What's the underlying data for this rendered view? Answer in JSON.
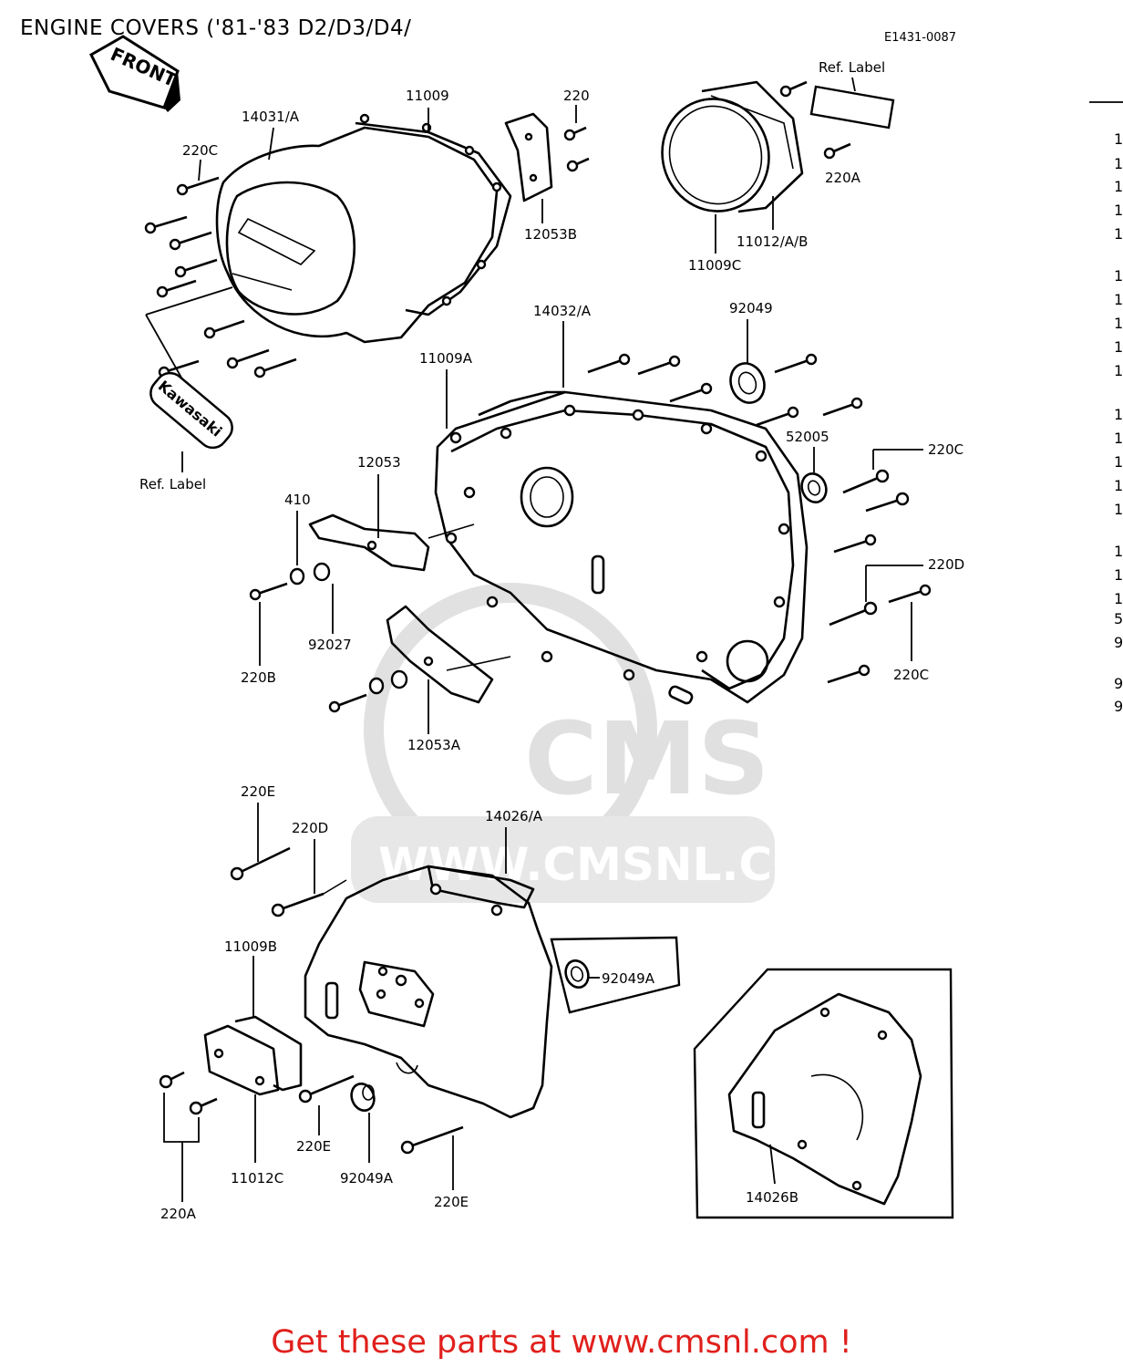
{
  "title": "ENGINE COVERS ('81-'83 D2/D3/D4/",
  "diagram_code": "E1431-0087",
  "front_tag": "FRONT",
  "emblem_text": "Kawasaki",
  "watermark": {
    "brand": "CMS",
    "url": "WWW.CMSNL.COM"
  },
  "footer": "Get these parts at www.cmsnl.com !",
  "part_labels": {
    "p14031A": "14031/A",
    "p11009": "11009",
    "p220_top": "220",
    "p220C_left": "220C",
    "p12053B": "12053B",
    "refLabel_top": "Ref.  Label",
    "p220A_top": "220A",
    "p11012AB": "11012/A/B",
    "p11009C": "11009C",
    "p14032A": "14032/A",
    "p92049": "92049",
    "p11009A": "11009A",
    "p52005": "52005",
    "p220C_right1": "220C",
    "p12053": "12053",
    "p410": "410",
    "refLabel_left": "Ref.  Label",
    "p220D_right": "220D",
    "p92027": "92027",
    "p220B": "220B",
    "p220C_right2": "220C",
    "p12053A": "12053A",
    "p220E_top": "220E",
    "p220D_lower": "220D",
    "p14026A": "14026/A",
    "p11009B": "11009B",
    "p92049A_box": "92049A",
    "p220E_mid": "220E",
    "p92049A_lower": "92049A",
    "p11012C": "11012C",
    "p220E_bottom": "220E",
    "p220A_bottom": "220A",
    "p14026B": "14026B"
  },
  "side_list_partial": [
    "1",
    "1",
    "1",
    "1",
    "1",
    "1",
    "1",
    "1",
    "1",
    "1",
    "1",
    "1",
    "1",
    "1",
    "1",
    "1",
    "1",
    "1",
    "5",
    "9",
    "9",
    "9"
  ]
}
